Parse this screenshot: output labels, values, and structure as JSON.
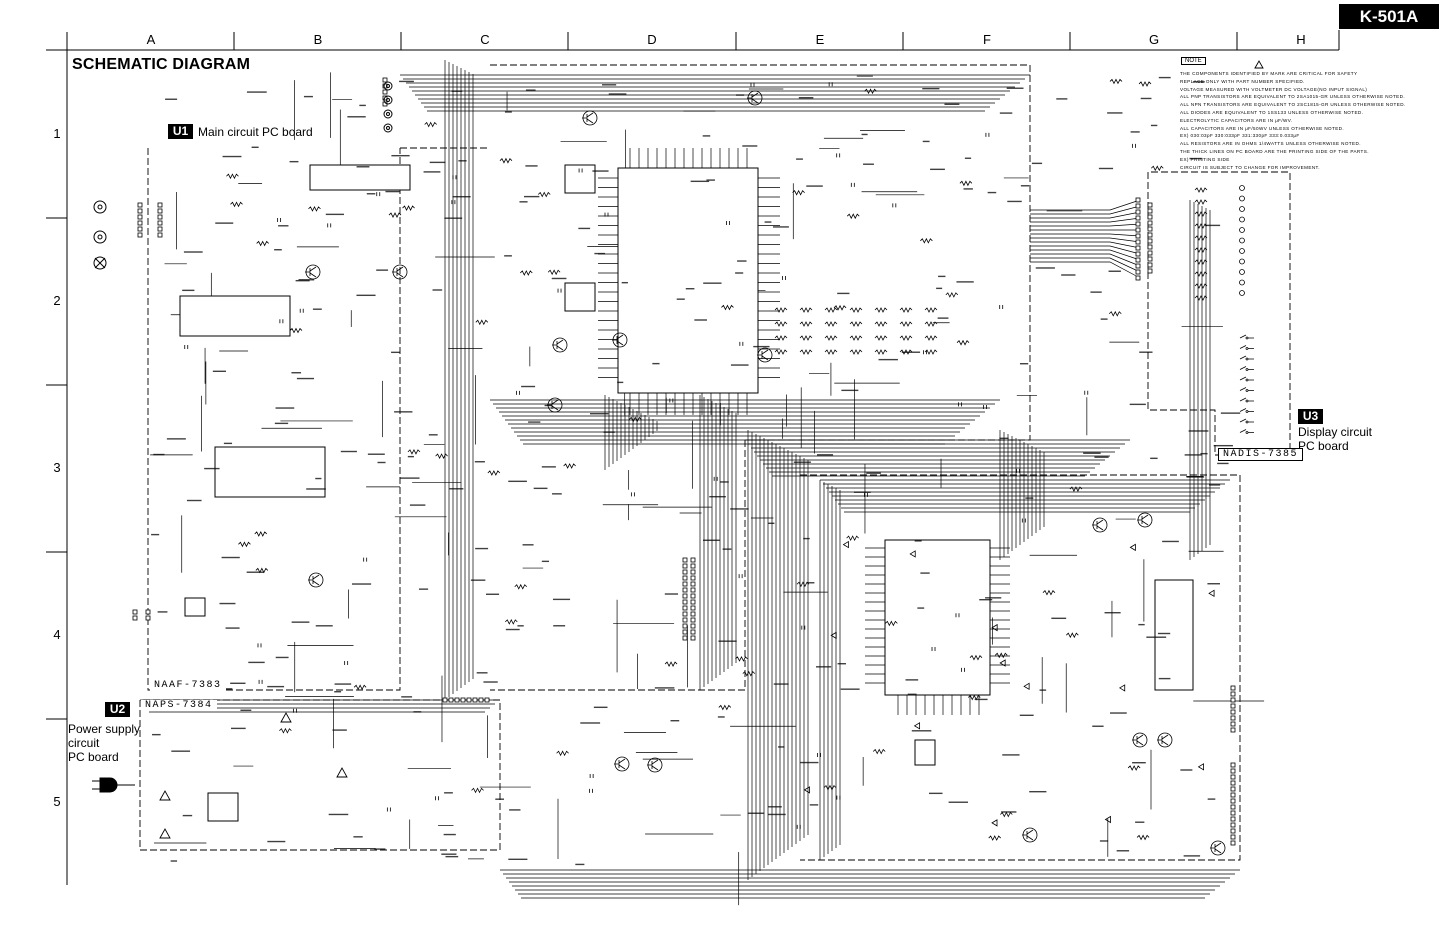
{
  "header": {
    "model": "K-501A",
    "title": "SCHEMATIC DIAGRAM"
  },
  "grid": {
    "columns": [
      "A",
      "B",
      "C",
      "D",
      "E",
      "F",
      "G",
      "H"
    ],
    "rows": [
      "1",
      "2",
      "3",
      "4",
      "5"
    ]
  },
  "boards": {
    "u1": {
      "badge": "U1",
      "label": "Main circuit PC board",
      "name": "NAAF-7383"
    },
    "u2": {
      "badge": "U2",
      "label_lines": [
        "Power supply",
        "circuit",
        "PC board"
      ],
      "name": "NAPS-7384"
    },
    "u3": {
      "badge": "U3",
      "label_lines": [
        "Display circuit",
        "PC board"
      ],
      "name": "NADIS-7385"
    }
  },
  "notes": {
    "heading": "NOTE",
    "lines": [
      "THE COMPONENTS IDENTIFIED BY MARK ARE CRITICAL FOR SAFETY",
      "REPLACE ONLY WITH PART NUMBER SPECIFIED.",
      "VOLTAGE MEASURED WITH VOLTMETER   DC VOLTAGE(NO INPUT SIGNAL)",
      "ALL PNP TRANSISTORS ARE EQUIVALENT TO 2SA1015-GR UNLESS OTHERWISE NOTED.",
      "ALL NPN TRANSISTORS ARE EQUIVALENT TO 2SC1815-GR UNLESS OTHERWISE NOTED.",
      "ALL DIODES ARE EQUIVALENT TO 1SS133 UNLESS OTHERWISE NOTED.",
      "ELECTROLYTIC CAPACITORS ARE IN μF/WV.",
      "ALL CAPACITORS ARE IN μF/50WV UNLESS OTHERWISE NOTED.",
      "EX) 030:03pF 330:033pF 331:330pF 333:0.033μF",
      "ALL RESISTORS ARE IN OHMS 1/4WATTS UNLESS OTHERWISE NOTED.",
      "THE THICK LINES ON PC BOARD ARE THE PRINTING SIDE OF THE PARTS.",
      "EX)   PRINTING SIDE",
      "CIRCUIT IS SUBJECT TO CHANGE FOR IMPROVEMENT."
    ]
  },
  "icons": {
    "safety": "warning-triangle-icon",
    "plug": "ac-plug-icon",
    "jack": "rca-jack-icon"
  },
  "colors": {
    "ink": "#000000",
    "paper": "#ffffff"
  }
}
